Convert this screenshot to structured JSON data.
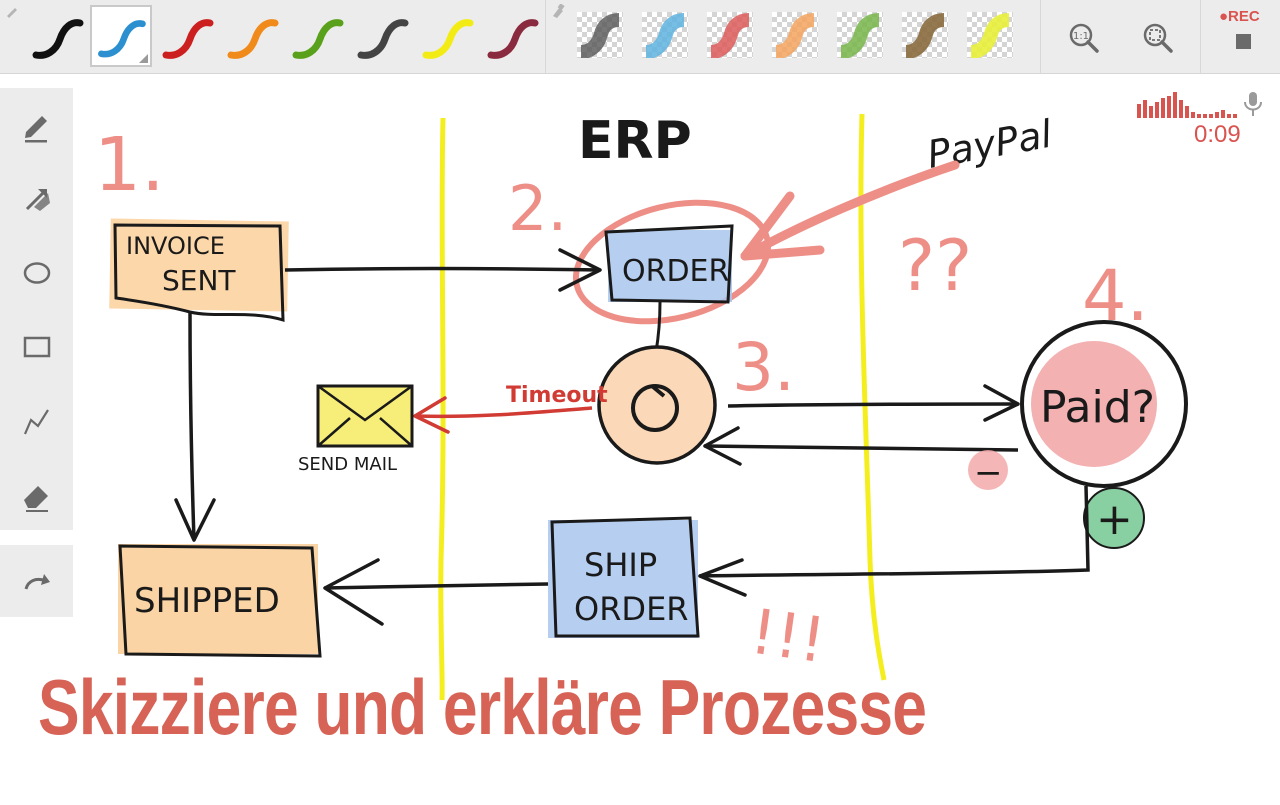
{
  "toolbar": {
    "pens": [
      {
        "name": "black",
        "color": "#111111"
      },
      {
        "name": "blue",
        "color": "#2b8fd0"
      },
      {
        "name": "red",
        "color": "#cc1f1f"
      },
      {
        "name": "orange",
        "color": "#f08a1a"
      },
      {
        "name": "green",
        "color": "#5aa11b"
      },
      {
        "name": "dark-gray",
        "color": "#444444"
      },
      {
        "name": "yellow",
        "color": "#f3ec14"
      },
      {
        "name": "maroon",
        "color": "#8a2a3f"
      }
    ],
    "selected_pen": "blue",
    "highlighters": [
      {
        "name": "gray",
        "color": "#555555"
      },
      {
        "name": "blue",
        "color": "#5fb3e0"
      },
      {
        "name": "red",
        "color": "#dd5a5a"
      },
      {
        "name": "orange",
        "color": "#f4a55e"
      },
      {
        "name": "green",
        "color": "#78b54a"
      },
      {
        "name": "brown",
        "color": "#8a6a3e"
      },
      {
        "name": "yellow",
        "color": "#e8ef3a"
      }
    ],
    "zoom_reset_label": "1:1",
    "rec_label": "●REC"
  },
  "recording": {
    "time": "0:09"
  },
  "sidebar": {
    "tools": [
      "pencil",
      "arrow",
      "ellipse",
      "rectangle",
      "polyline",
      "eraser"
    ],
    "redo": "redo"
  },
  "diagram": {
    "step1": "1.",
    "step2": "2.",
    "step3": "3.",
    "step4": "4.",
    "erp": "ERP",
    "paypal": "PayPal",
    "question_marks": "??",
    "invoice_line1": "INVOICE",
    "invoice_line2": "SENT",
    "order": "ORDER",
    "timeout": "Timeout",
    "send_mail": "SEND MAIL",
    "paid": "Paid?",
    "minus": "−",
    "plus": "+",
    "ship_line1": "SHIP",
    "ship_line2": "ORDER",
    "shipped": "SHIPPED",
    "exclaim": "!!!"
  },
  "colors": {
    "accent_red": "#d76356",
    "note_orange": "#f9c98d",
    "note_blue": "#a9c7ee",
    "circle_peach": "#fbd9b8",
    "circle_pink": "#f2a9a9",
    "lane_yellow": "#f5ee1f",
    "plus_green": "#88cfa1"
  },
  "caption": "Skizziere und erkläre Prozesse"
}
